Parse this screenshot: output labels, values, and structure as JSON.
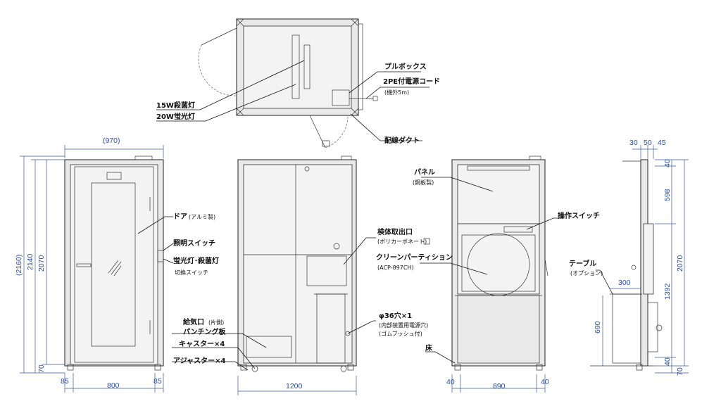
{
  "labels": {
    "sterilizing_lamp": "15W殺菌灯",
    "fluorescent_lamp": "20W蛍光灯",
    "pull_box": "プルボックス",
    "power_cord": "2PE付電源コード",
    "power_cord_note": "(機外5m)",
    "wiring_duct": "配線ダクト",
    "door": "ドア",
    "door_note": "(アルミ製)",
    "light_switch": "照明スイッチ",
    "lamp_switch": "蛍光灯･殺菌灯",
    "lamp_switch_note": "切換スイッチ",
    "sample_port": "検体取出口",
    "sample_port_note": "(ポリカーボネート)",
    "air_inlet": "給気口",
    "air_inlet_side": "(片側)",
    "air_inlet_note": "パンチング板",
    "casters": "キャスター×4",
    "adjusters": "アジャスター×4",
    "hole": "φ36穴×1",
    "hole_note1": "(内部装置用電源穴)",
    "hole_note2": "(ゴムブッシュ付)",
    "panel": "パネル",
    "panel_note": "(鋼板製)",
    "op_switch": "操作スイッチ",
    "clean_partition": "クリーンパーティション",
    "clean_partition_model": "(ACP-897CH)",
    "floor": "床",
    "table": "テーブル",
    "table_note": "(オプション)"
  },
  "dimensions": {
    "width_total_paren": "(970)",
    "width_left": "85",
    "width_center": "800",
    "width_right": "85",
    "height_2160": "(2160)",
    "height_2140": "2140",
    "height_2070": "2070",
    "height_70": "70",
    "side_width": "1200",
    "front_left": "40",
    "front_center": "890",
    "front_right": "40",
    "table_width": "300",
    "table_height": "690",
    "top_30": "30",
    "top_50": "50",
    "top_45": "45",
    "r_40_top": "40",
    "r_598": "598",
    "r_1392": "1392",
    "r_40_bottom": "40",
    "r_2070": "2070",
    "r_70": "70"
  },
  "colors": {
    "dimension": "#2c4f9a",
    "line": "#222222"
  }
}
